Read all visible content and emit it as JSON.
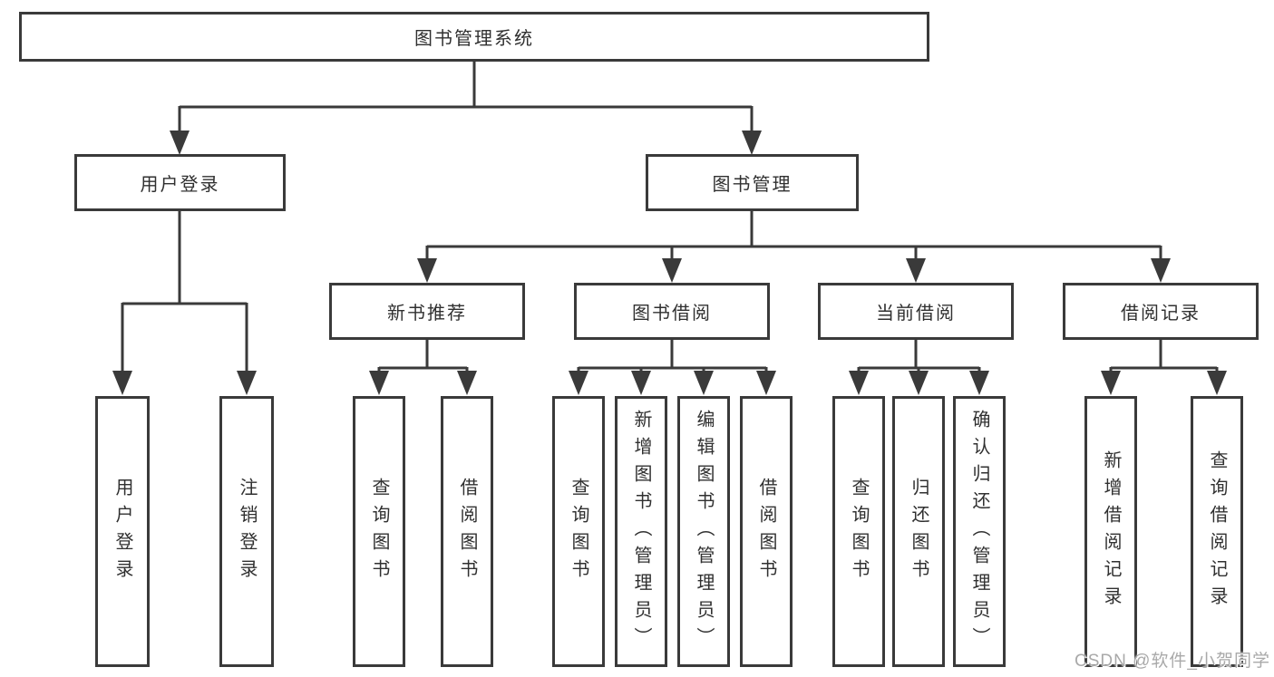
{
  "tree": {
    "root": {
      "label": "图书管理系统"
    },
    "branches": [
      {
        "label": "用户登录",
        "leaves": [
          {
            "label": "用户登录"
          },
          {
            "label": "注销登录"
          }
        ]
      },
      {
        "label": "图书管理",
        "sections": [
          {
            "label": "新书推荐",
            "leaves": [
              {
                "label": "查询图书"
              },
              {
                "label": "借阅图书"
              }
            ]
          },
          {
            "label": "图书借阅",
            "leaves": [
              {
                "label": "查询图书"
              },
              {
                "label": "新增图书（管理员）"
              },
              {
                "label": "编辑图书（管理员）"
              },
              {
                "label": "借阅图书"
              }
            ]
          },
          {
            "label": "当前借阅",
            "leaves": [
              {
                "label": "查询图书"
              },
              {
                "label": "归还图书"
              },
              {
                "label": "确认归还（管理员）"
              }
            ]
          },
          {
            "label": "借阅记录",
            "leaves": [
              {
                "label": "新增借阅记录"
              },
              {
                "label": "查询借阅记录"
              }
            ]
          }
        ]
      }
    ]
  },
  "watermark": {
    "text": "CSDN @软件_小贺同学"
  },
  "colors": {
    "line": "#3a3a3a",
    "box_border": "#3a3a3a",
    "text": "#303030",
    "background": "#ffffff",
    "watermark": "#a9a9a9"
  }
}
